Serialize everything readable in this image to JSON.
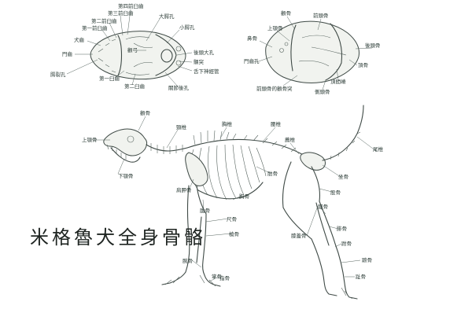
{
  "title": "米格魯犬全身骨骼",
  "colors": {
    "line": "#3f4a46",
    "label": "#2f3f3a",
    "background": "#ffffff"
  },
  "skull_ventral_labels": [
    "第四前臼齒",
    "第三前臼齒",
    "第二前臼齒",
    "第一前臼齒",
    "犬齒",
    "門齒",
    "腭裂孔",
    "大腭孔",
    "小腭孔",
    "後頭大孔",
    "髁突",
    "舌下神經管",
    "第一臼齒",
    "第二臼齒",
    "顴弓",
    "關節後孔"
  ],
  "skull_dorsal_labels": [
    "顴骨",
    "前頭骨",
    "上顎骨",
    "鼻骨",
    "門齒孔",
    "前頭骨的顴骨突",
    "後頭骨",
    "頂骨",
    "頂間嵴",
    "側頭骨"
  ],
  "body_labels": [
    "顴骨",
    "上顎骨",
    "下顎骨",
    "頸椎",
    "胸椎",
    "腰椎",
    "薦椎",
    "尾椎",
    "肋骨",
    "坐骨",
    "股骨",
    "肩胛骨",
    "胸骨",
    "肱骨",
    "尺骨",
    "橈骨",
    "腕骨",
    "掌骨",
    "指骨",
    "脛骨",
    "腓骨",
    "膝蓋骨",
    "跗骨",
    "蹠骨",
    "趾骨"
  ]
}
